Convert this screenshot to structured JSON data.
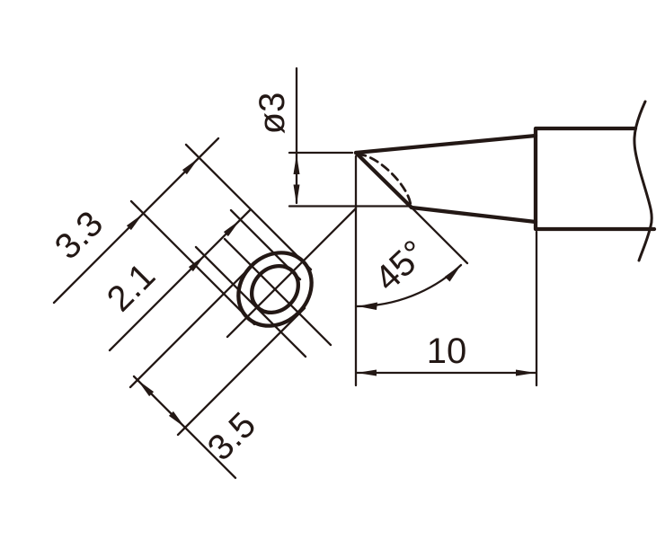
{
  "drawing": {
    "labels": {
      "bevel_width": "3.3",
      "hollow_diameter": "2.1",
      "face_length": "3.5",
      "tip_diameter": "ø3",
      "bevel_angle": "45°",
      "tip_length": "10"
    },
    "colors": {
      "ink": "#231815",
      "background": "#ffffff"
    }
  }
}
